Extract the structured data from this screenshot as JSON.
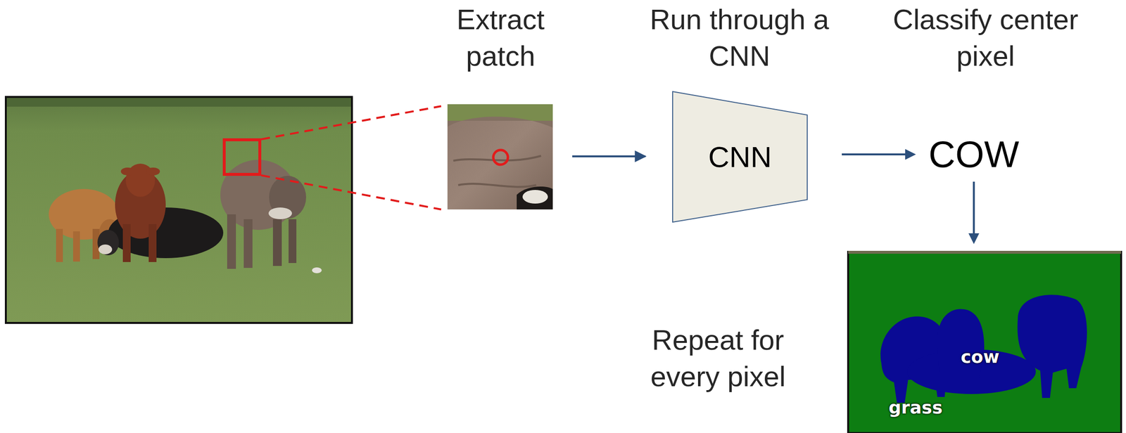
{
  "diagram": {
    "nodes": [
      {
        "text": [
          "CNN"
        ]
      },
      {
        "text": [
          "COW"
        ]
      },
      {
        "text": [
          "cow",
          "grass"
        ]
      }
    ],
    "edges": [
      {
        "from": 0,
        "to": 1,
        "arrow": "to"
      },
      {
        "from": 1,
        "to": 2,
        "arrow": "to"
      }
    ],
    "labels": [
      "Extract patch",
      "Run through a CNN",
      "Classify center pixel",
      "Repeat for every pixel"
    ]
  }
}
